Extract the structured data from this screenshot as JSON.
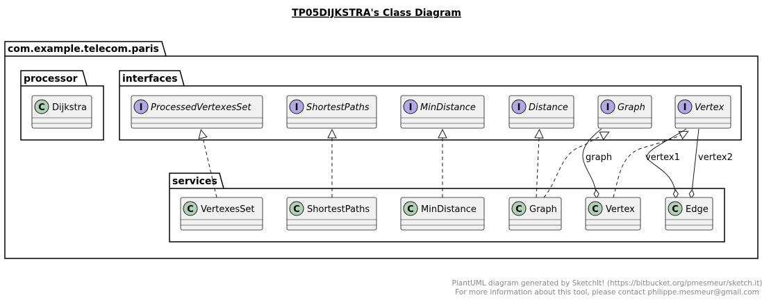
{
  "title": "TP05DIJKSTRA's Class Diagram",
  "packages": {
    "root": "com.example.telecom.paris",
    "processor": "processor",
    "interfaces": "interfaces",
    "services": "services"
  },
  "classes": {
    "dijkstra": "Dijkstra",
    "vertexes_set": "VertexesSet",
    "shortest_paths": "ShortestPaths",
    "min_distance": "MinDistance",
    "graph": "Graph",
    "vertex": "Vertex",
    "edge": "Edge"
  },
  "interfaces": {
    "processed_vertexes_set": "ProcessedVertexesSet",
    "shortest_paths": "ShortestPaths",
    "min_distance": "MinDistance",
    "distance": "Distance",
    "graph": "Graph",
    "vertex": "Vertex"
  },
  "stereotype_letters": {
    "class": "C",
    "interface": "I"
  },
  "colors": {
    "class_badge": "#add1b2",
    "interface_badge": "#b4a7e5",
    "box_fill": "#f1f1f1",
    "box_stroke": "#181818",
    "footer_text": "#888888"
  },
  "associations": {
    "graph_label": "graph",
    "vertex1_label": "vertex1",
    "vertex2_label": "vertex2"
  },
  "footer": {
    "line1": "PlantUML diagram generated by SketchIt! (https://bitbucket.org/pmesmeur/sketch.it)",
    "line2": "For more information about this tool, please contact philippe.mesmeur@gmail.com"
  }
}
